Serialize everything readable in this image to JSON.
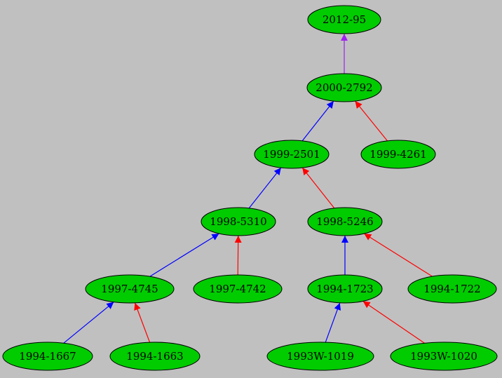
{
  "colors": {
    "background": "#c0c0c0",
    "node_fill": "#00cc00",
    "node_stroke": "#000000",
    "edge_purple": "#a020f0",
    "edge_blue": "#0000ff",
    "edge_red": "#ff0000"
  },
  "nodes": [
    {
      "id": "n2012_95",
      "label": "2012-95"
    },
    {
      "id": "n2000_2792",
      "label": "2000-2792"
    },
    {
      "id": "n1999_2501",
      "label": "1999-2501"
    },
    {
      "id": "n1999_4261",
      "label": "1999-4261"
    },
    {
      "id": "n1998_5310",
      "label": "1998-5310"
    },
    {
      "id": "n1998_5246",
      "label": "1998-5246"
    },
    {
      "id": "n1997_4745",
      "label": "1997-4745"
    },
    {
      "id": "n1997_4742",
      "label": "1997-4742"
    },
    {
      "id": "n1994_1723",
      "label": "1994-1723"
    },
    {
      "id": "n1994_1722",
      "label": "1994-1722"
    },
    {
      "id": "n1994_1667",
      "label": "1994-1667"
    },
    {
      "id": "n1994_1663",
      "label": "1994-1663"
    },
    {
      "id": "n1993W_1019",
      "label": "1993W-1019"
    },
    {
      "id": "n1993W_1020",
      "label": "1993W-1020"
    }
  ],
  "edges": [
    {
      "from": "n2000_2792",
      "to": "n2012_95",
      "color": "purple"
    },
    {
      "from": "n1999_2501",
      "to": "n2000_2792",
      "color": "blue"
    },
    {
      "from": "n1999_4261",
      "to": "n2000_2792",
      "color": "red"
    },
    {
      "from": "n1998_5310",
      "to": "n1999_2501",
      "color": "blue"
    },
    {
      "from": "n1998_5246",
      "to": "n1999_2501",
      "color": "red"
    },
    {
      "from": "n1997_4745",
      "to": "n1998_5310",
      "color": "blue"
    },
    {
      "from": "n1997_4742",
      "to": "n1998_5310",
      "color": "red"
    },
    {
      "from": "n1994_1723",
      "to": "n1998_5246",
      "color": "blue"
    },
    {
      "from": "n1994_1722",
      "to": "n1998_5246",
      "color": "red"
    },
    {
      "from": "n1994_1667",
      "to": "n1997_4745",
      "color": "blue"
    },
    {
      "from": "n1994_1663",
      "to": "n1997_4745",
      "color": "red"
    },
    {
      "from": "n1993W_1019",
      "to": "n1994_1723",
      "color": "blue"
    },
    {
      "from": "n1993W_1020",
      "to": "n1994_1723",
      "color": "red"
    }
  ]
}
